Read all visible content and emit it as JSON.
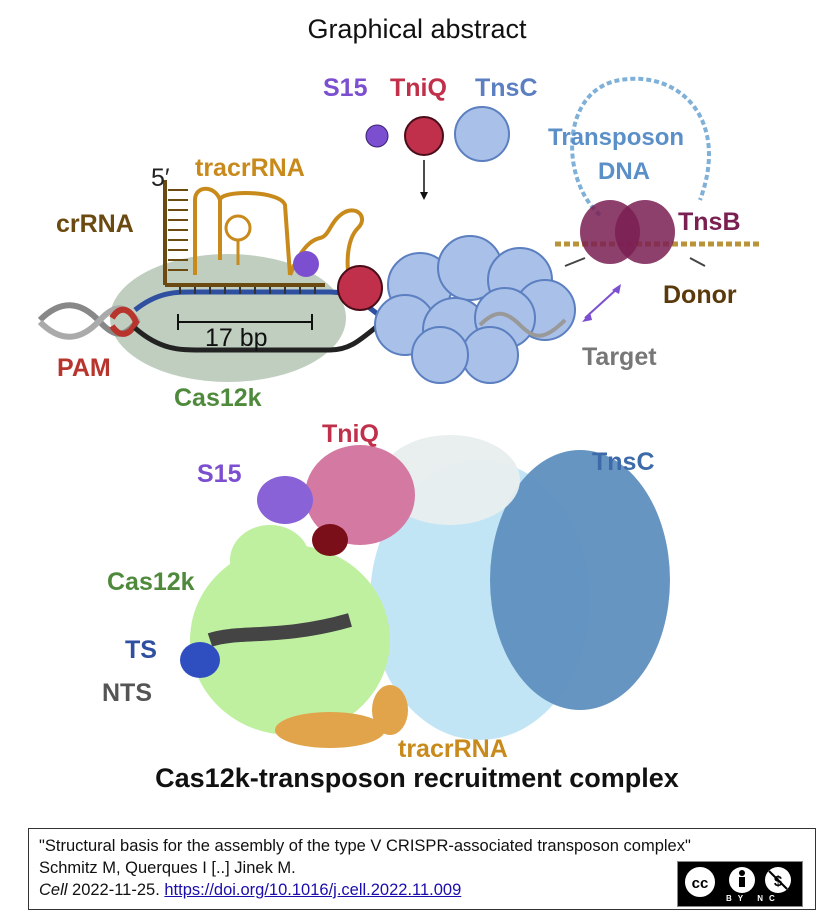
{
  "title": "Graphical abstract",
  "top": {
    "s15": "S15",
    "tniq": "TniQ",
    "tnsc": "TnsC",
    "transposon": "Transposon",
    "dna": "DNA",
    "tnsb": "TnsB",
    "donor": "Donor",
    "target": "Target",
    "five_prime": "5′",
    "tracrrna": "tracrRNA",
    "crrna": "crRNA",
    "pam": "PAM",
    "bp": "17 bp",
    "cas12k": "Cas12k"
  },
  "structure": {
    "tniq": "TniQ",
    "s15": "S15",
    "tnsc": "TnsC",
    "cas12k": "Cas12k",
    "ts": "TS",
    "nts": "NTS",
    "tracrrna": "tracrRNA"
  },
  "caption": "Cas12k-transposon recruitment complex",
  "citation": {
    "title": "\"Structural basis for the assembly of the type V CRISPR-associated transposon complex\"",
    "authors": "Schmitz M, Querques I [..] Jinek M.",
    "journal": "Cell",
    "date": " 2022-11-25. ",
    "doi": "https://doi.org/10.1016/j.cell.2022.11.009",
    "license_badge": "BY NC"
  },
  "colors": {
    "s15": "#7b4fd0",
    "tniq": "#c0304a",
    "tnsc": "#5b7fc0",
    "tnsb": "#7a1f52",
    "tracr": "#c98a1c",
    "crrna": "#6b4a12",
    "cas12k": "#4f8a3c",
    "pam": "#b8352d",
    "grey": "#777777",
    "ts": "#2f4fa0"
  }
}
